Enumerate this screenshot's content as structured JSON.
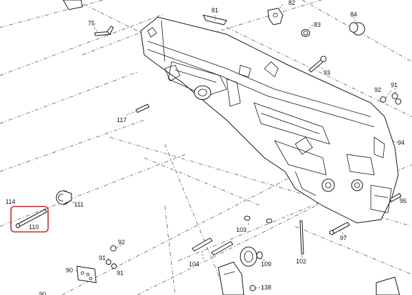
{
  "diagram": {
    "highlight_color": "#c62828",
    "highlighted_part": "110",
    "callouts": [
      "81",
      "82",
      "84",
      "83",
      "75",
      "93",
      "92",
      "91",
      "117",
      "94",
      "114",
      "111",
      "110",
      "95",
      "103",
      "97",
      "92",
      "91",
      "91",
      "90",
      "104",
      "109",
      "102",
      "138",
      "90"
    ]
  }
}
